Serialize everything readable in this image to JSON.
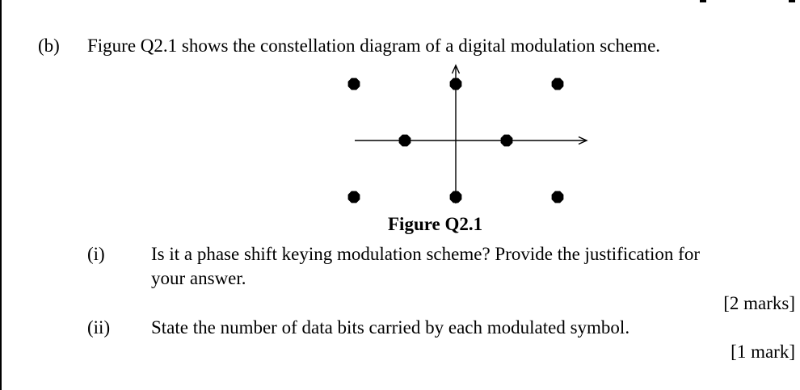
{
  "question": {
    "label": "(b)",
    "text": "Figure Q2.1 shows the constellation diagram of a digital modulation scheme."
  },
  "figure": {
    "caption": "Figure Q2.1",
    "points": [
      {
        "i": -2,
        "q": 1
      },
      {
        "i": 0,
        "q": 1
      },
      {
        "i": 2,
        "q": 1
      },
      {
        "i": -1,
        "q": 0
      },
      {
        "i": 1,
        "q": 0
      },
      {
        "i": -2,
        "q": -1
      },
      {
        "i": 0,
        "q": -1
      },
      {
        "i": 2,
        "q": -1
      }
    ]
  },
  "parts": [
    {
      "label": "(i)",
      "line1": "Is it a phase shift keying modulation scheme? Provide the justification for",
      "line2": "your answer.",
      "marks": "[2 marks]"
    },
    {
      "label": "(ii)",
      "line1": "State the number of data bits carried by each modulated symbol.",
      "marks": "[1 mark]"
    }
  ]
}
